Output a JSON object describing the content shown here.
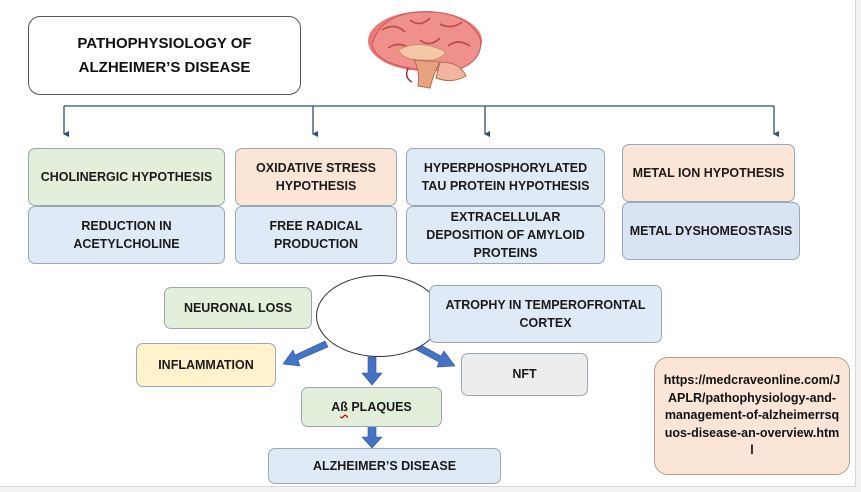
{
  "title": {
    "line1": "PATHOPHYSIOLOGY OF",
    "line2": "ALZHEIMER’S DISEASE"
  },
  "brain_icon": "brain-icon",
  "hypotheses": [
    {
      "name": "CHOLINERGIC HYPOTHESIS",
      "mechanism": "REDUCTION IN ACETYLCHOLINE"
    },
    {
      "name": "OXIDATIVE STRESS HYPOTHESIS",
      "mechanism": "FREE RADICAL PRODUCTION"
    },
    {
      "name": "HYPERPHOSPHORYLATED TAU PROTEIN HYPOTHESIS",
      "mechanism": "EXTRACELLULAR DEPOSITION OF AMYLOID PROTEINS"
    },
    {
      "name": "METAL ION HYPOTHESIS",
      "mechanism": "METAL DYSHOMEOSTASIS"
    }
  ],
  "outcomes": {
    "neuronal_loss": "NEURONAL LOSS",
    "atrophy": "ATROPHY IN TEMPEROFRONTAL CORTEX",
    "inflammation": "INFLAMMATION",
    "nft": "NFT",
    "ab_plaques_prefix": "A",
    "ab_plaques_beta": "ß",
    "ab_plaques_suffix": " PLAQUES",
    "alzheimers": "ALZHEIMER’S DISEASE"
  },
  "source": "https://medcraveonline.com/JAPLR/pathophysiology-and-management-of-alzheimerrsquos-disease-an-overview.html",
  "colors": {
    "green": "#e2efda",
    "peach": "#fbe5d6",
    "blue": "#deebf7",
    "yellow": "#fff2cc",
    "grey": "#ededed",
    "arrow": "#4472c4",
    "connector": "#2f4f6f"
  }
}
